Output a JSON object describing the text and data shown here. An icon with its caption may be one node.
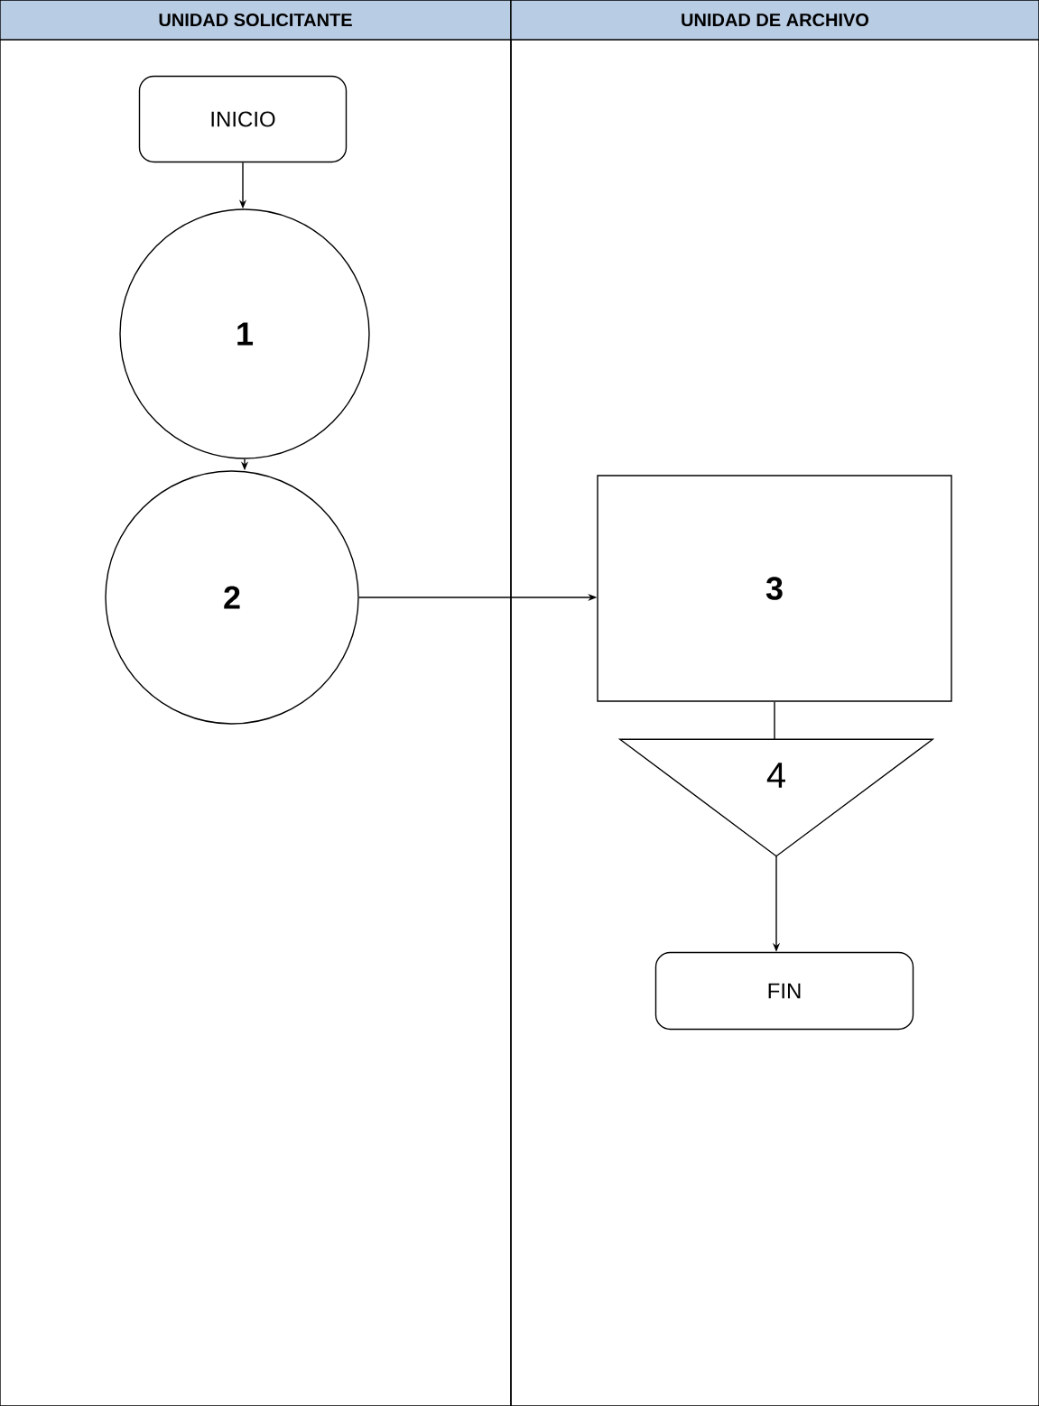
{
  "diagram": {
    "nodes": [
      {
        "text": [
          "UNIDAD SOLICITANTE"
        ]
      },
      {
        "text": [
          "UNIDAD DE ARCHIVO"
        ]
      },
      {
        "text": [
          "INICIO"
        ],
        "in": 0
      },
      {
        "text": [
          "1"
        ],
        "in": 0
      },
      {
        "text": [
          "2"
        ],
        "in": 0
      },
      {
        "text": [
          "3"
        ],
        "in": 1
      },
      {
        "text": [
          "4"
        ],
        "in": 1
      },
      {
        "text": [
          "FIN"
        ],
        "in": 1
      }
    ],
    "edges": [
      {
        "from": 2,
        "to": 3,
        "arrow": "to"
      },
      {
        "from": 3,
        "to": 4,
        "arrow": "to"
      },
      {
        "from": 4,
        "to": 5,
        "arrow": "to"
      },
      {
        "from": 5,
        "to": 6,
        "arrow": "none"
      },
      {
        "from": 6,
        "to": 7,
        "arrow": "to"
      }
    ]
  }
}
